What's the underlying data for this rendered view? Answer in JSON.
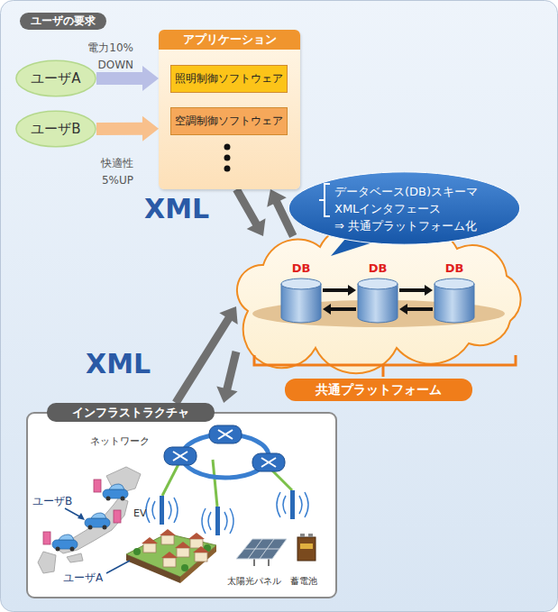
{
  "diagram": {
    "nodes": [
      {
        "text": [
          "ユーザの要求"
        ]
      },
      {
        "text": [
          "ユーザA"
        ]
      },
      {
        "text": [
          "ユーザB"
        ]
      },
      {
        "text": [
          "アプリケーション"
        ]
      },
      {
        "text": [
          "照明制御ソフトウェア"
        ],
        "in": 3
      },
      {
        "text": [
          "空調制御ソフトウェア"
        ],
        "in": 3
      },
      {
        "text": [
          "データベース(DB)スキーマ",
          "XMLインタフェース",
          "⇒ 共通プラットフォーム化"
        ]
      },
      {
        "text": [
          "共通プラットフォーム"
        ]
      },
      {
        "text": [
          "DB"
        ],
        "in": 7
      },
      {
        "text": [
          "DB"
        ],
        "in": 7
      },
      {
        "text": [
          "DB"
        ],
        "in": 7
      },
      {
        "text": [
          "インフラストラクチャ"
        ]
      }
    ],
    "edges": [
      {
        "from": 1,
        "to": 3,
        "arrow": "to",
        "label": "電力10% DOWN"
      },
      {
        "from": 2,
        "to": 3,
        "arrow": "to",
        "label": "快適性 5%UP"
      },
      {
        "from": 3,
        "to": 7,
        "arrow": "to"
      },
      {
        "from": 7,
        "to": 3,
        "arrow": "to"
      },
      {
        "from": 11,
        "to": 7,
        "arrow": "to"
      },
      {
        "from": 7,
        "to": 11,
        "arrow": "to"
      },
      {
        "from": 8,
        "to": 9,
        "arrow": "to"
      },
      {
        "from": 9,
        "to": 8,
        "arrow": "to"
      },
      {
        "from": 9,
        "to": 10,
        "arrow": "to"
      },
      {
        "from": 10,
        "to": 9,
        "arrow": "to"
      }
    ],
    "labels": [
      "XML",
      "XML",
      "ネットワーク",
      "ユーザB",
      "EV",
      "ユーザA",
      "太陽光パネル",
      "蓄電池"
    ]
  }
}
